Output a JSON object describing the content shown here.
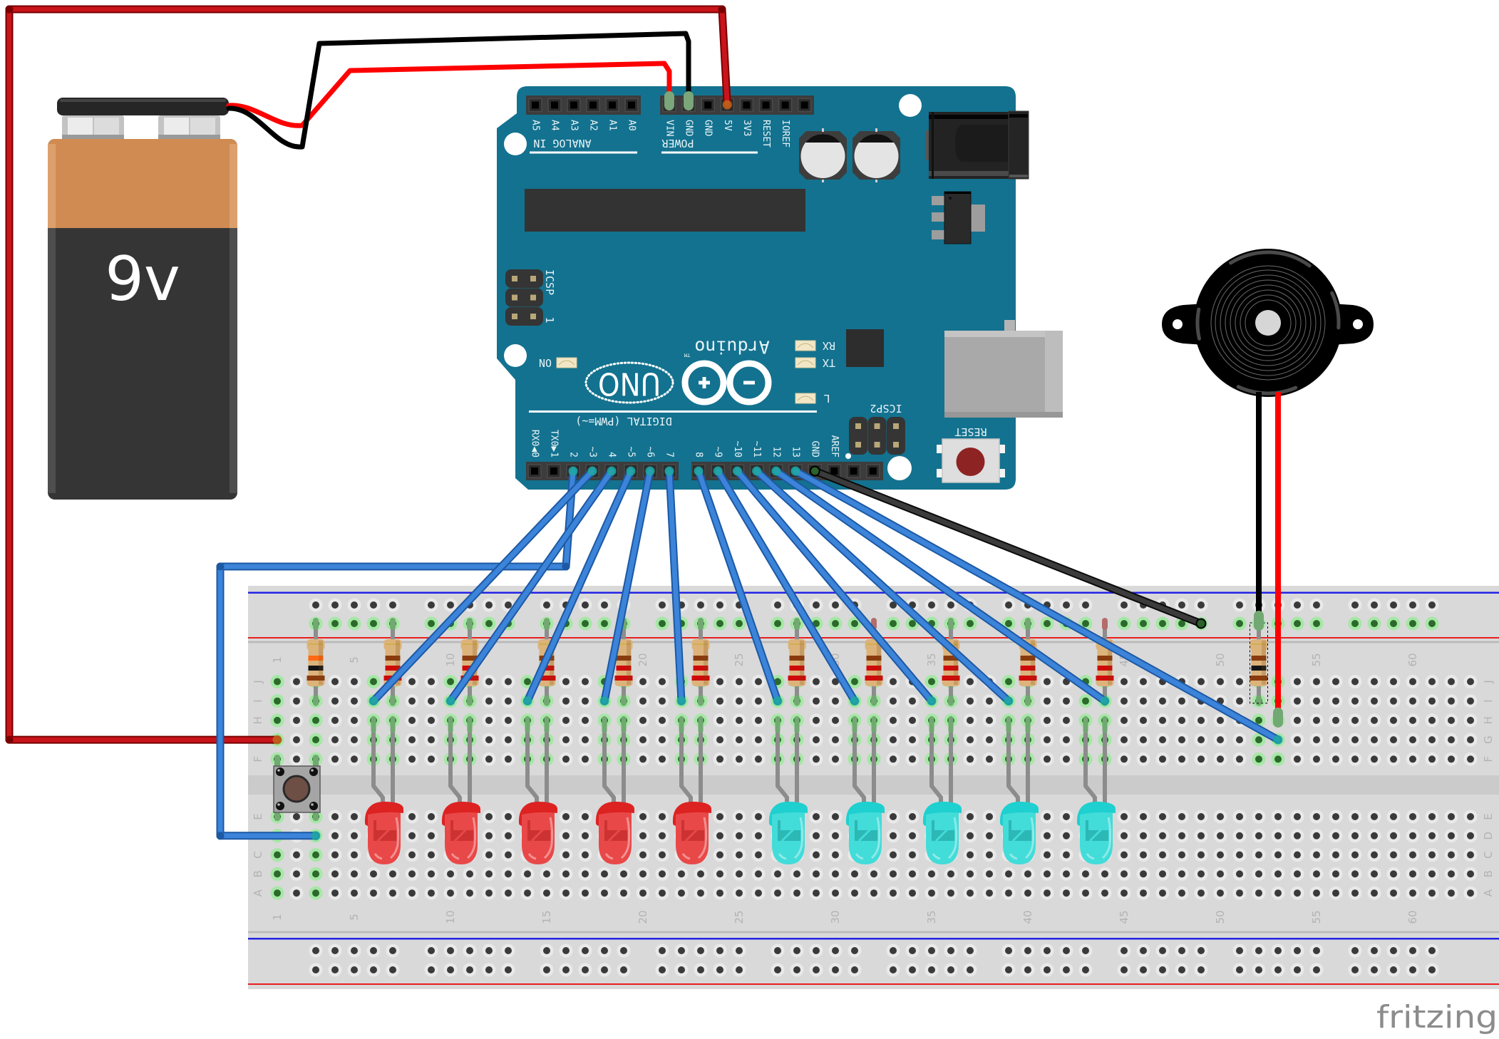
{
  "watermark": "fritzing",
  "battery": {
    "label": "9v",
    "top_color": "#d08b52",
    "body_color": "#353535",
    "leads": [
      {
        "color": "red",
        "to": "VIN"
      },
      {
        "color": "black",
        "to": "GND"
      }
    ]
  },
  "arduino": {
    "board_color": "#13728f",
    "brand": "Arduino",
    "trademark": "TM",
    "model": "UNO",
    "analog_header": {
      "title": "ANALOG IN",
      "pins": [
        "A5",
        "A4",
        "A3",
        "A2",
        "A1",
        "A0"
      ]
    },
    "power_header": {
      "title": "POWER",
      "pins": [
        "VIN",
        "GND",
        "GND",
        "5V",
        "3V3",
        "RESET",
        "IOREF",
        ""
      ]
    },
    "digital_title": "DIGITAL (PWM=~)",
    "digital_header_low": {
      "pins": [
        "RX0◀0",
        "TX0▶1",
        "2",
        "~3",
        "4",
        "~5",
        "~6",
        "7"
      ]
    },
    "digital_header_high": {
      "pins": [
        "8",
        "~9",
        "~10",
        "~11",
        "12",
        "13",
        "GND",
        "AREF",
        "",
        ""
      ]
    },
    "icsp": {
      "label": "ICSP",
      "pin1": "1"
    },
    "icsp2_label": "ICSP2",
    "reset_label": "RESET",
    "status_leds": {
      "on": "ON",
      "rx": "RX",
      "tx": "TX",
      "l": "L"
    }
  },
  "breadboard": {
    "columns": 63,
    "column_labels": [
      "1",
      "5",
      "10",
      "15",
      "20",
      "25",
      "30",
      "35",
      "40",
      "45",
      "50",
      "55",
      "60"
    ],
    "rows_top": [
      "J",
      "I",
      "H",
      "G",
      "F"
    ],
    "rows_bottom": [
      "E",
      "D",
      "C",
      "B",
      "A"
    ],
    "rail_groups": 10,
    "rail_group_size": 5,
    "board_color": "#d9d9d9",
    "rail_line_colors": {
      "negative": "#2323e6",
      "positive": "#ea1d1d"
    }
  },
  "palette": {
    "hole": {
      "dark": "#3a3a3a",
      "halo": "#e9e9e9",
      "connected_dot": "#2b6a2b",
      "connected_halo": "#a6e7a6"
    },
    "bands": {
      "black": "#151515",
      "brown": "#8a3b0e",
      "red": "#cf0a0a",
      "orange": "#ff6a12",
      "gold": "#d1b04e"
    },
    "led": {
      "red": {
        "body": "#e94848",
        "rim": "#dd2222",
        "shade": "#a81818"
      },
      "cyan": {
        "body": "#42dcd9",
        "rim": "#1ed0cf",
        "shade": "#128c8a"
      }
    },
    "wire": {
      "blue": {
        "core": "#3b84d9",
        "edge": "#1d58a3",
        "end": "#1ea7a0"
      },
      "black": {
        "core": "#3b3b3b",
        "edge": "#0a0a0a",
        "end": "#2b6a2b"
      },
      "dark-red": {
        "core": "#c8141a",
        "edge": "#780000",
        "end": "#c0661c"
      }
    },
    "leads": {
      "red": "#ff0000",
      "black": "#000000"
    }
  },
  "parts": {
    "pushbutton": {
      "cols": [
        1,
        3
      ],
      "cap_color": "#6e4f45"
    },
    "resistors": [
      {
        "col": 3,
        "bands": [
          "brown",
          "black",
          "orange",
          "gold"
        ],
        "top_inserted": true
      },
      {
        "col": 7,
        "bands": [
          "red",
          "red",
          "brown",
          "gold"
        ],
        "top_inserted": true
      },
      {
        "col": 11,
        "bands": [
          "red",
          "red",
          "brown",
          "gold"
        ],
        "top_inserted": true
      },
      {
        "col": 15,
        "bands": [
          "red",
          "red",
          "brown",
          "gold"
        ],
        "top_inserted": true
      },
      {
        "col": 19,
        "bands": [
          "red",
          "red",
          "brown",
          "gold"
        ],
        "top_inserted": true
      },
      {
        "col": 23,
        "bands": [
          "red",
          "red",
          "brown",
          "gold"
        ],
        "top_inserted": true
      },
      {
        "col": 28,
        "bands": [
          "red",
          "red",
          "brown",
          "gold"
        ],
        "top_inserted": true
      },
      {
        "col": 32,
        "bands": [
          "red",
          "red",
          "brown",
          "gold"
        ],
        "top_inserted": false
      },
      {
        "col": 36,
        "bands": [
          "red",
          "red",
          "brown",
          "gold"
        ],
        "top_inserted": true
      },
      {
        "col": 40,
        "bands": [
          "red",
          "red",
          "brown",
          "gold"
        ],
        "top_inserted": true
      },
      {
        "col": 44,
        "bands": [
          "red",
          "red",
          "brown",
          "gold"
        ],
        "top_inserted": false
      },
      {
        "col": 52,
        "bands": [
          "brown",
          "black",
          "brown",
          "gold"
        ],
        "top_inserted": true,
        "selected": true
      }
    ],
    "leds": [
      {
        "color": "red",
        "cols": [
          6,
          7
        ]
      },
      {
        "color": "red",
        "cols": [
          10,
          11
        ]
      },
      {
        "color": "red",
        "cols": [
          14,
          15
        ]
      },
      {
        "color": "red",
        "cols": [
          18,
          19
        ]
      },
      {
        "color": "red",
        "cols": [
          22,
          23
        ]
      },
      {
        "color": "cyan",
        "cols": [
          27,
          28
        ]
      },
      {
        "color": "cyan",
        "cols": [
          31,
          32
        ]
      },
      {
        "color": "cyan",
        "cols": [
          35,
          36
        ]
      },
      {
        "color": "cyan",
        "cols": [
          39,
          40
        ]
      },
      {
        "color": "cyan",
        "cols": [
          43,
          44
        ]
      }
    ],
    "buzzer": {
      "leads": [
        {
          "color": "black",
          "to": {
            "rail": "top_inner",
            "col": 52
          }
        },
        {
          "color": "red",
          "to": {
            "row": "H",
            "col": 53
          }
        }
      ]
    }
  },
  "wires": [
    {
      "id": "wire-5v-to-g1",
      "color": "dark-red",
      "from": "5V",
      "to": {
        "row": "G",
        "col": 1
      },
      "route": "around-top-left"
    },
    {
      "id": "wire-d2-to-d3",
      "color": "blue",
      "from": "D2",
      "to": {
        "row": "D",
        "col": 3
      },
      "route": "around-left"
    },
    {
      "id": "wire-d3-to-i6",
      "color": "blue",
      "from": "D3",
      "to": {
        "row": "I",
        "col": 6
      }
    },
    {
      "id": "wire-d4-to-i10",
      "color": "blue",
      "from": "D4",
      "to": {
        "row": "I",
        "col": 10
      }
    },
    {
      "id": "wire-d5-to-i14",
      "color": "blue",
      "from": "D5",
      "to": {
        "row": "I",
        "col": 14
      }
    },
    {
      "id": "wire-d6-to-i18",
      "color": "blue",
      "from": "D6",
      "to": {
        "row": "I",
        "col": 18
      }
    },
    {
      "id": "wire-d7-to-i22",
      "color": "blue",
      "from": "D7",
      "to": {
        "row": "I",
        "col": 22
      }
    },
    {
      "id": "wire-d8-to-i27",
      "color": "blue",
      "from": "D8",
      "to": {
        "row": "I",
        "col": 27
      }
    },
    {
      "id": "wire-d9-to-i31",
      "color": "blue",
      "from": "D9",
      "to": {
        "row": "I",
        "col": 31
      }
    },
    {
      "id": "wire-d10-to-i35",
      "color": "blue",
      "from": "D10",
      "to": {
        "row": "I",
        "col": 35
      }
    },
    {
      "id": "wire-d11-to-i39",
      "color": "blue",
      "from": "D11",
      "to": {
        "row": "I",
        "col": 39
      }
    },
    {
      "id": "wire-d12-to-i44",
      "color": "blue",
      "from": "D12",
      "to": {
        "row": "I",
        "col": 44
      }
    },
    {
      "id": "wire-d13-to-g53",
      "color": "blue",
      "from": "D13",
      "to": {
        "row": "G",
        "col": 53
      }
    },
    {
      "id": "wire-gnd-to-rail",
      "color": "black",
      "from": "GND_D",
      "to": {
        "rail": "top_inner",
        "col": 49
      }
    }
  ]
}
